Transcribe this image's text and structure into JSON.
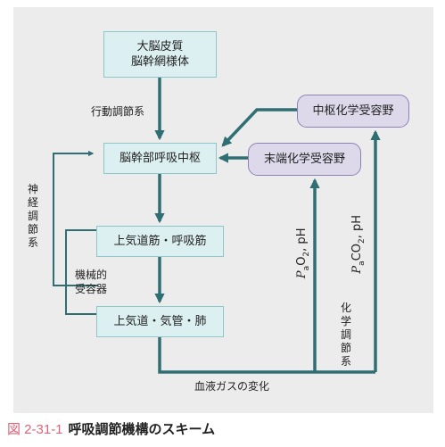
{
  "figure": {
    "number": "図 2-31-1",
    "title": "呼吸調節機構のスキーム"
  },
  "nodes": {
    "cortex_line1": "大脳皮質",
    "cortex_line2": "脳幹網様体",
    "respiratory_center": "脳幹部呼吸中枢",
    "muscles": "上気道筋・呼吸筋",
    "airway": "上気道・気管・肺",
    "central_chemoreceptor": "中枢化学受容野",
    "peripheral_chemoreceptor": "末端化学受容野"
  },
  "labels": {
    "behavioral_control": "行動調節系",
    "neural_control": "神経調節系",
    "mechanoreceptor_line1": "機械的",
    "mechanoreceptor_line2": "受容器",
    "chemical_control": "化学調節系",
    "blood_gas": "血液ガスの変化",
    "pao2_P": "P",
    "pao2_sub": "a",
    "pao2_O": "O",
    "pao2_2": "2",
    "pao2_rest": ", pH",
    "paco2_P": "P",
    "paco2_sub": "a",
    "paco2_CO": "CO",
    "paco2_2": "2",
    "paco2_rest": ", pH"
  },
  "colors": {
    "arrow": "#2f6e73",
    "teal_fill": "#ddf0f1",
    "purple_fill": "#ddd9ea",
    "caption_accent": "#d9667a"
  }
}
